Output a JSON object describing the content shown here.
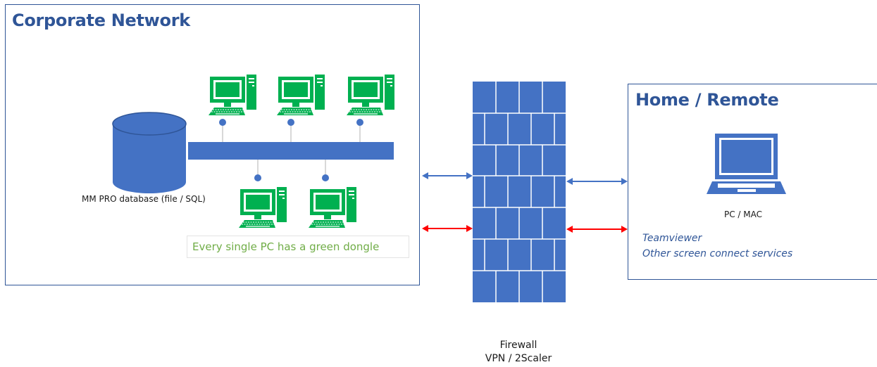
{
  "corporate": {
    "title": "Corporate Network",
    "database_label": "MM PRO database (file / SQL)",
    "dongle_note": "Every single PC has a green dongle"
  },
  "home": {
    "title": "Home / Remote",
    "device_label": "PC / MAC",
    "services": [
      "Teamviewer",
      "Other screen connect services"
    ]
  },
  "firewall": {
    "labels": [
      "Firewall",
      "VPN / 2Scaler"
    ]
  },
  "colors": {
    "border": "#2f5597",
    "shape_blue": "#4472c4",
    "pc_green": "#00b050",
    "note_green": "#70ad47",
    "arrow_blue": "#4472c4",
    "arrow_red": "#ff0000"
  }
}
